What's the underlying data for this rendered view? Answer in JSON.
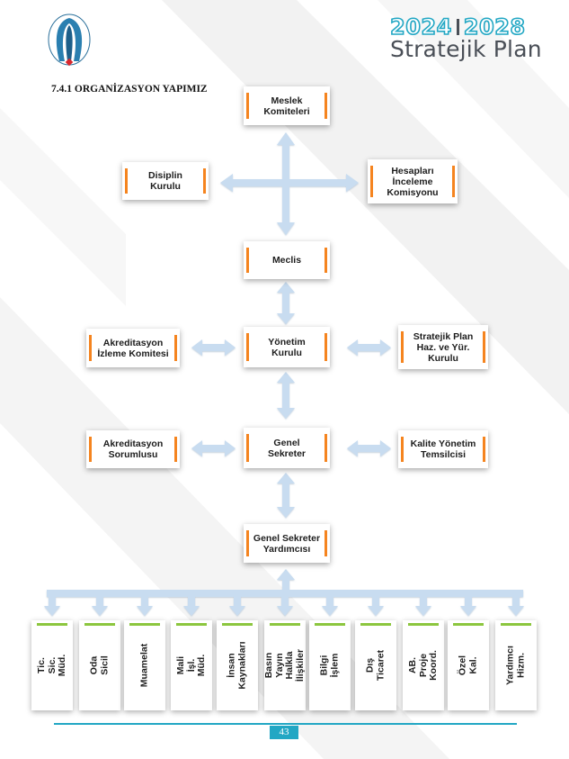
{
  "header": {
    "years": "2024 | 2028",
    "year_start": "2024",
    "year_end": "2028",
    "title": "Stratejik Plan",
    "year_color": "#22a7c4",
    "title_color": "#4a4f57"
  },
  "section": {
    "heading": "7.4.1 ORGANİZASYON YAPIMIZ"
  },
  "colors": {
    "accent_orange": "#f5841f",
    "accent_green": "#8cc63f",
    "arrow": "#c8dcf0",
    "footer": "#22a7c4"
  },
  "org": {
    "meslek_komiteleri": "Meslek\nKomiteleri",
    "disiplin_kurulu": "Disiplin\nKurulu",
    "hesaplari_inceleme": "Hesapları\nİnceleme\nKomisyonu",
    "meclis": "Meclis",
    "yonetim_kurulu": "Yönetim\nKurulu",
    "akreditasyon_izleme": "Akreditasyon\nİzleme Komitesi",
    "stratejik_plan_kurulu": "Stratejik Plan\nHaz. ve Yür.\nKurulu",
    "genel_sekreter": "Genel\nSekreter",
    "akreditasyon_sorumlusu": "Akreditasyon\nSorumlusu",
    "kalite_yonetim": "Kalite Yönetim\nTemsilcisi",
    "genel_sekreter_yardimcisi": "Genel Sekreter\nYardımcısı"
  },
  "departments": [
    "Tic. Sic.\nMüd.",
    "Oda\nSicil",
    "Muamelat",
    "Mali\nİşl. Müd.",
    "İnsan\nKaynakları",
    "Basın Yayın\nHalkla İlişkiler",
    "Bilgi\nİşlem",
    "Dış Ticaret",
    "AB. Proje\nKoord.",
    "Özel Kal.",
    "Yardımcı\nHizm."
  ],
  "footer": {
    "page_number": "43"
  }
}
